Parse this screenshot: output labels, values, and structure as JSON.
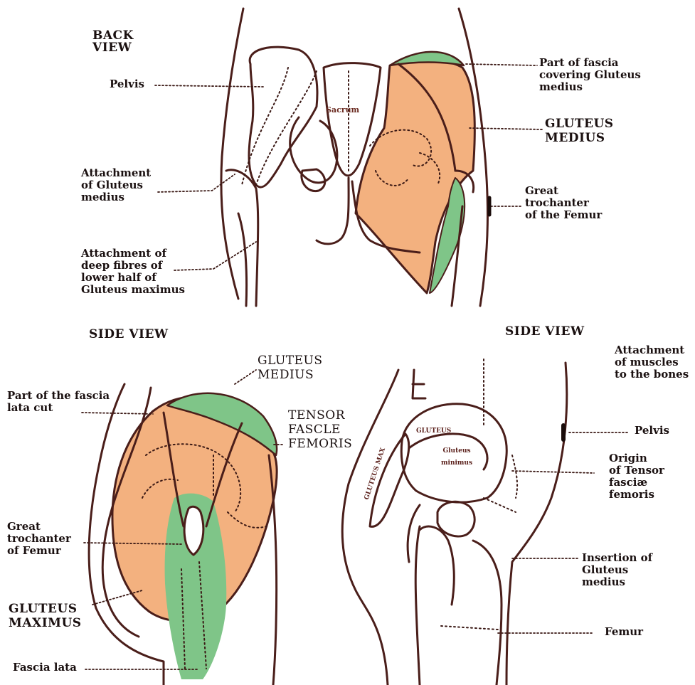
{
  "colors": {
    "muscle": "#f3b17f",
    "fascia": "#7fc588",
    "outline": "#4a1e1a",
    "dots": "#3a1814"
  },
  "back_view": {
    "title": "BACK\nVIEW",
    "pelvis": "Pelvis",
    "sacrum": "Sacrum",
    "attachment_gluteus_medius": "Attachment\nof Gluteus\nmedius",
    "attachment_deep_fibres": "Attachment of\ndeep fibres of\nlower half of\nGluteus maximus",
    "fascia_covering": "Part of fascia\ncovering Gluteus\nmedius",
    "gluteus_medius": "GLUTEUS\nMEDIUS",
    "great_trochanter": "Great\ntrochanter\nof the Femur"
  },
  "side_view_left": {
    "title": "SIDE VIEW",
    "fascia_lata_cut": "Part of the fascia\nlata cut",
    "gluteus_medius": "GLUTEUS\nMEDIUS",
    "tensor": "TENSOR\nFASCLE\nFEMORIS",
    "great_trochanter": "Great\ntrochanter\nof Femur",
    "gluteus_maximus": "GLUTEUS\nMAXIMUS",
    "fascia_lata": "Fascia lata"
  },
  "side_view_right": {
    "title": "SIDE VIEW",
    "attachment_note": "Attachment\nof muscles\nto the bones",
    "pelvis": "Pelvis",
    "origin_tensor": "Origin\nof Tensor\nfasciæ\nfemoris",
    "insertion": "Insertion of\nGluteus\nmedius",
    "femur": "Femur",
    "bone_label_1": "GLUTEUS",
    "bone_label_2": "Gluteus\nminimus",
    "bone_label_3": "GLUTEUS MAX"
  }
}
